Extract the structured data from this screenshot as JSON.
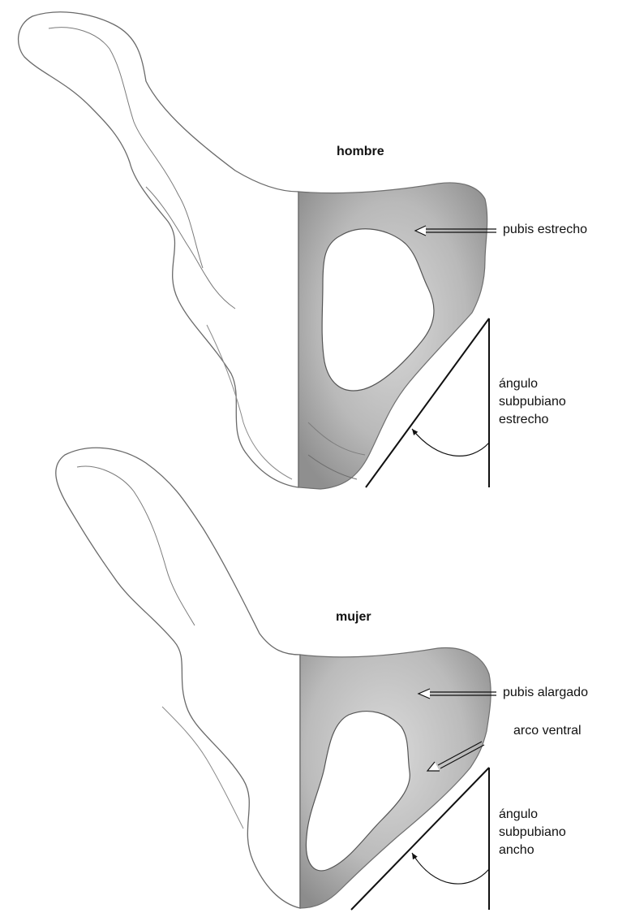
{
  "colors": {
    "bone_shade": "#bdbdbd",
    "bone_shade_dark": "#8e8e8e",
    "outline": "#6a6a6a",
    "line": "#111111",
    "text": "#111111",
    "background": "#ffffff"
  },
  "top_figure": {
    "title": "hombre",
    "pubis_label": "pubis estrecho",
    "angle_label": [
      "ángulo",
      "subpubiano",
      "estrecho"
    ]
  },
  "bottom_figure": {
    "title": "mujer",
    "pubis_label": "pubis alargado",
    "arch_label": "arco ventral",
    "angle_label": [
      "ángulo",
      "subpubiano",
      "ancho"
    ]
  }
}
